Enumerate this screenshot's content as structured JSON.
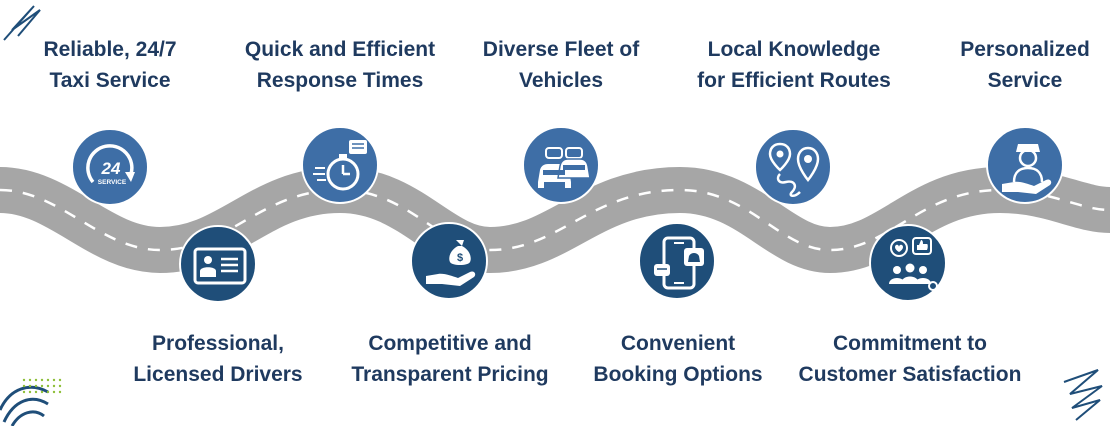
{
  "colors": {
    "primary": "#1f4e79",
    "icon_light": "#3e6ea6",
    "icon_dark": "#1f3f6b",
    "text": "#1f3a5f",
    "road": "#a6a6a6",
    "road_edge": "#ffffff",
    "road_dash": "#ffffff"
  },
  "features_top": [
    {
      "line1": "Reliable, 24/7",
      "line2": "Taxi Service",
      "icon": "24-7-service-icon"
    },
    {
      "line1": "Quick and Efficient",
      "line2": "Response Times",
      "icon": "stopwatch-icon"
    },
    {
      "line1": "Diverse Fleet of",
      "line2": "Vehicles",
      "icon": "car-fleet-icon"
    },
    {
      "line1": "Local Knowledge",
      "line2": "for Efficient Routes",
      "icon": "route-pins-icon"
    },
    {
      "line1": "Personalized",
      "line2": "Service",
      "icon": "driver-hand-icon"
    }
  ],
  "features_bottom": [
    {
      "line1": "Professional,",
      "line2": "Licensed Drivers",
      "icon": "license-card-icon"
    },
    {
      "line1": "Competitive and",
      "line2": "Transparent Pricing",
      "icon": "money-hand-icon"
    },
    {
      "line1": "Convenient",
      "line2": "Booking Options",
      "icon": "phone-taxi-icon"
    },
    {
      "line1": "Commitment to",
      "line2": "Customer Satisfaction",
      "icon": "customer-group-icon"
    }
  ],
  "icon_text": {
    "service_24": "24",
    "service_label": "SERVICE"
  }
}
